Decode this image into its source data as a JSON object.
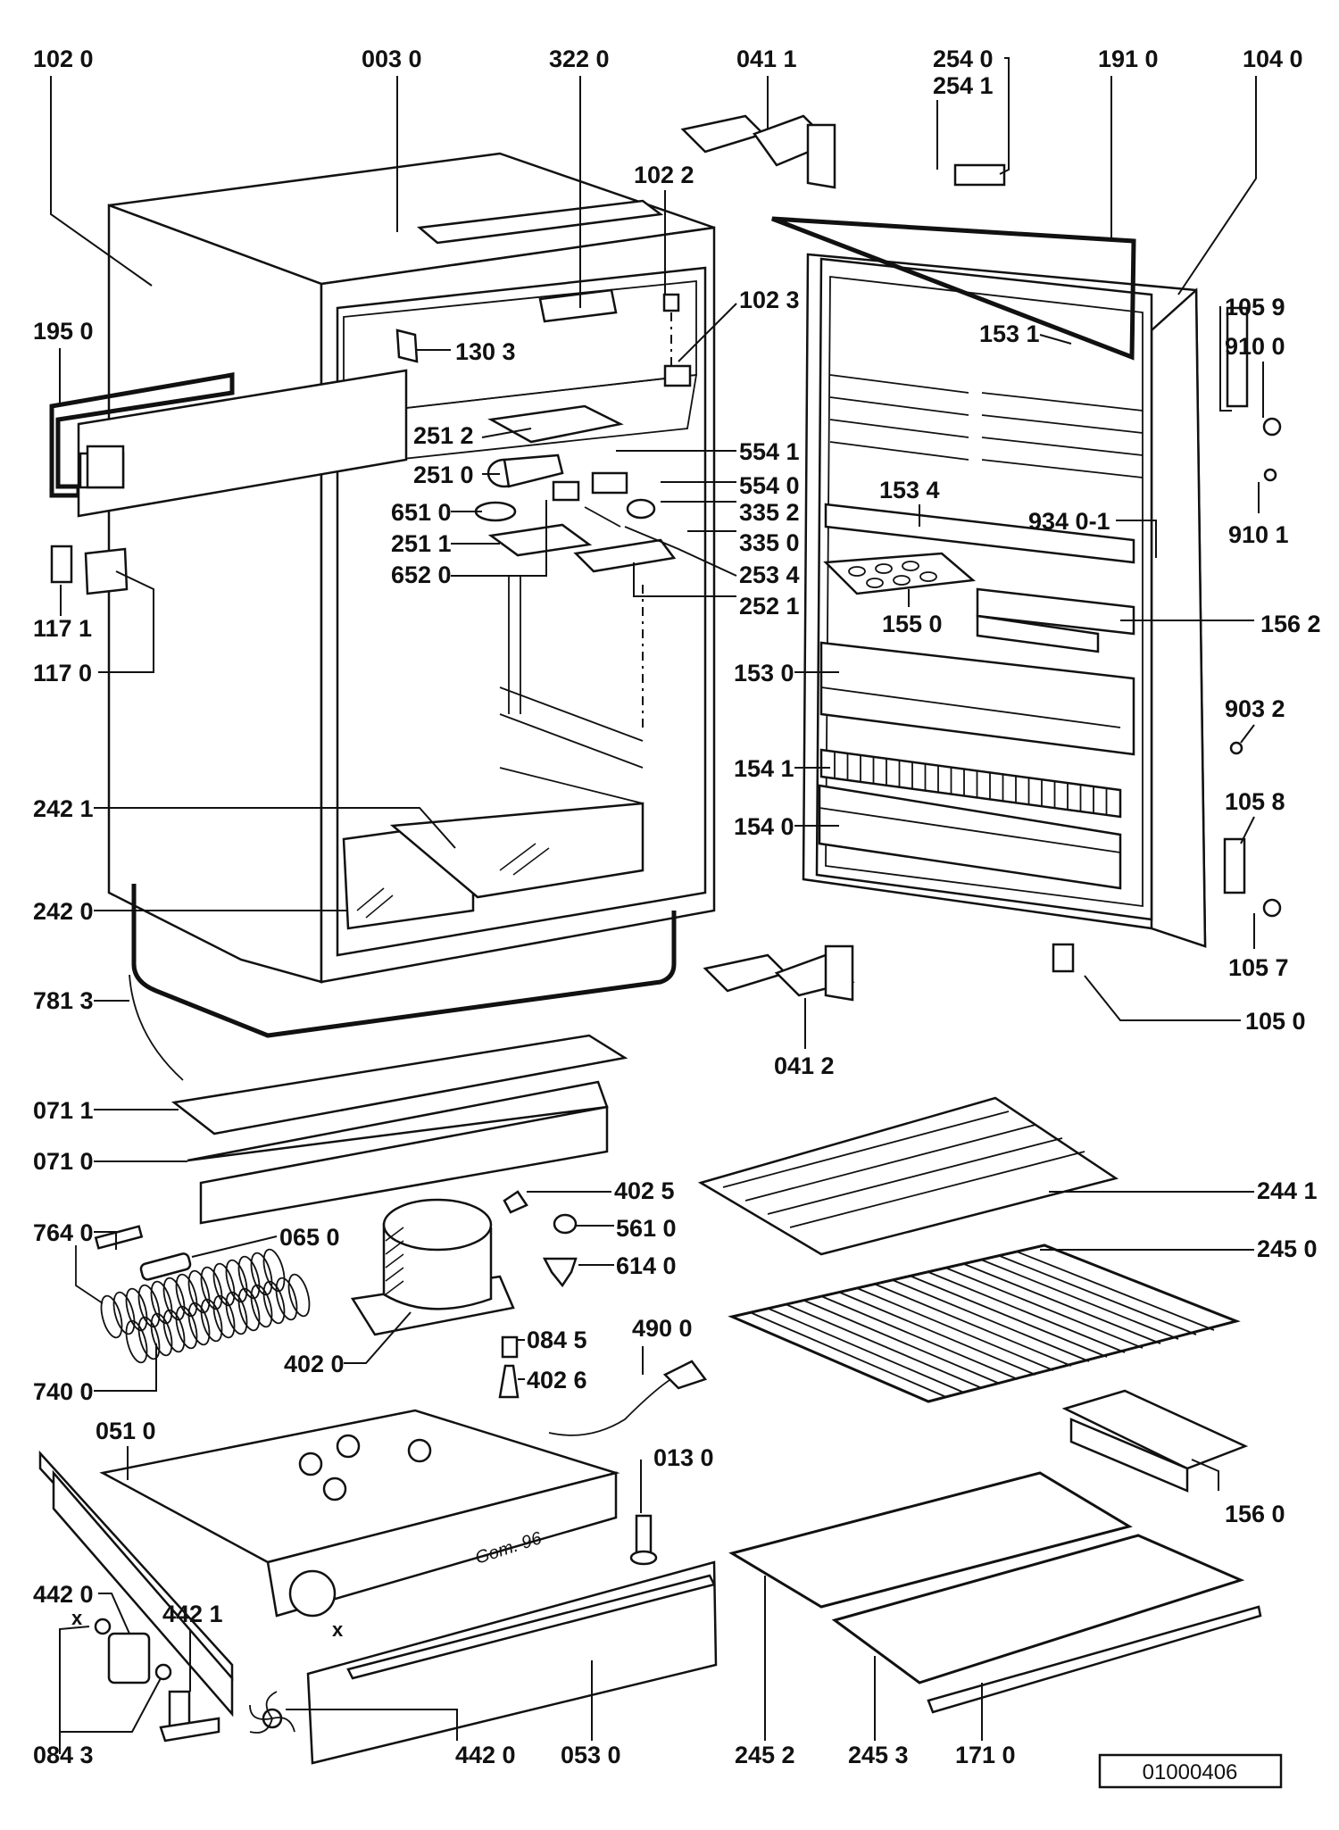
{
  "diagram": {
    "title": "Refrigerator exploded parts diagram",
    "reference_number": "01000406",
    "handwritten_note": "Gom. 96",
    "callouts": [
      {
        "id": "1020",
        "label": "102 0",
        "part": "cabinet"
      },
      {
        "id": "0030",
        "label": "003 0",
        "part": "top-strip"
      },
      {
        "id": "3220",
        "label": "322 0",
        "part": "top-bracket"
      },
      {
        "id": "0411",
        "label": "041 1",
        "part": "upper-hinge"
      },
      {
        "id": "2540",
        "label": "254 0",
        "part": "door-handle-cap"
      },
      {
        "id": "2541",
        "label": "254 1",
        "part": "door-handle-base"
      },
      {
        "id": "1910",
        "label": "191 0",
        "part": "door-gasket"
      },
      {
        "id": "1040",
        "label": "104 0",
        "part": "door"
      },
      {
        "id": "1022",
        "label": "102 2",
        "part": "stop-bolt"
      },
      {
        "id": "1023",
        "label": "102 3",
        "part": "door-stop"
      },
      {
        "id": "1950",
        "label": "195 0",
        "part": "control-panel-frame"
      },
      {
        "id": "1303",
        "label": "130 3",
        "part": "air-deflector"
      },
      {
        "id": "1531",
        "label": "153 1",
        "part": "door-clip"
      },
      {
        "id": "1059",
        "label": "105 9",
        "part": "door-hinge-plate"
      },
      {
        "id": "9100",
        "label": "910 0",
        "part": "hinge-pin"
      },
      {
        "id": "9101",
        "label": "910 1",
        "part": "hinge-screw"
      },
      {
        "id": "2512",
        "label": "251 2",
        "part": "lamp-housing"
      },
      {
        "id": "2510",
        "label": "251 0",
        "part": "thermostat-knob"
      },
      {
        "id": "5541",
        "label": "554 1",
        "part": "switch-clip"
      },
      {
        "id": "5540",
        "label": "554 0",
        "part": "door-switch"
      },
      {
        "id": "6510",
        "label": "651 0",
        "part": "lamp-bulb"
      },
      {
        "id": "3352",
        "label": "335 2",
        "part": "thermostat-sensor"
      },
      {
        "id": "3350",
        "label": "335 0",
        "part": "thermostat"
      },
      {
        "id": "1534",
        "label": "153 4",
        "part": "upper-door-shelf"
      },
      {
        "id": "9340",
        "label": "934 0-1",
        "part": "door-screw"
      },
      {
        "id": "2511",
        "label": "251 1",
        "part": "lamp-cover"
      },
      {
        "id": "2534",
        "label": "253 4",
        "part": "thermostat-rod"
      },
      {
        "id": "6520",
        "label": "652 0",
        "part": "lamp-socket"
      },
      {
        "id": "2521",
        "label": "252 1",
        "part": "light-diffuser"
      },
      {
        "id": "1171",
        "label": "117 1",
        "part": "hinge-cover-insert"
      },
      {
        "id": "1170",
        "label": "117 0",
        "part": "hinge-cover"
      },
      {
        "id": "1550",
        "label": "155 0",
        "part": "egg-tray"
      },
      {
        "id": "1562",
        "label": "156 2",
        "part": "butter-box"
      },
      {
        "id": "1530",
        "label": "153 0",
        "part": "door-shelf"
      },
      {
        "id": "9032",
        "label": "903 2",
        "part": "plug-cap"
      },
      {
        "id": "1541",
        "label": "154 1",
        "part": "bottle-retainer"
      },
      {
        "id": "1058",
        "label": "105 8",
        "part": "lower-hinge-plate"
      },
      {
        "id": "2421",
        "label": "242 1",
        "part": "crisper-right"
      },
      {
        "id": "1540",
        "label": "154 0",
        "part": "bottle-shelf"
      },
      {
        "id": "2420",
        "label": "242 0",
        "part": "crisper-left"
      },
      {
        "id": "1057",
        "label": "105 7",
        "part": "hinge-bushing"
      },
      {
        "id": "7813",
        "label": "781 3",
        "part": "drain-hose"
      },
      {
        "id": "1050",
        "label": "105 0",
        "part": "lower-hinge"
      },
      {
        "id": "0412",
        "label": "041 2",
        "part": "lower-hinge-bracket"
      },
      {
        "id": "0711",
        "label": "071 1",
        "part": "upper-rail"
      },
      {
        "id": "0710",
        "label": "071 0",
        "part": "lower-rail"
      },
      {
        "id": "4025",
        "label": "402 5",
        "part": "compressor-clip"
      },
      {
        "id": "2441",
        "label": "244 1",
        "part": "glass-shelf"
      },
      {
        "id": "7640",
        "label": "764 0",
        "part": "capillary-filter"
      },
      {
        "id": "0650",
        "label": "065 0",
        "part": "dryer"
      },
      {
        "id": "5610",
        "label": "561 0",
        "part": "relay"
      },
      {
        "id": "6140",
        "label": "614 0",
        "part": "overload-protector"
      },
      {
        "id": "2450",
        "label": "245 0",
        "part": "wire-shelf"
      },
      {
        "id": "0845",
        "label": "084 5",
        "part": "grommet"
      },
      {
        "id": "4900",
        "label": "490 0",
        "part": "power-cord"
      },
      {
        "id": "4020",
        "label": "402 0",
        "part": "compressor"
      },
      {
        "id": "4026",
        "label": "402 6",
        "part": "mounting-pin"
      },
      {
        "id": "7400",
        "label": "740 0",
        "part": "condenser-coil"
      },
      {
        "id": "0510",
        "label": "051 0",
        "part": "base-frame"
      },
      {
        "id": "0130",
        "label": "013 0",
        "part": "adjustable-foot"
      },
      {
        "id": "1560",
        "label": "156 0",
        "part": "ice-tray"
      },
      {
        "id": "4420",
        "label": "442 0",
        "part": "fan-motor"
      },
      {
        "id": "4421",
        "label": "442 1",
        "part": "fan-bracket"
      },
      {
        "id": "0843",
        "label": "084 3",
        "part": "motor-mounts"
      },
      {
        "id": "4420b",
        "label": "442 0",
        "part": "fan-blade"
      },
      {
        "id": "0530",
        "label": "053 0",
        "part": "kick-plate"
      },
      {
        "id": "2452",
        "label": "245 2",
        "part": "wire-shelf-2"
      },
      {
        "id": "2453",
        "label": "245 3",
        "part": "wire-shelf-3"
      },
      {
        "id": "1710",
        "label": "171 0",
        "part": "shelf-trim"
      }
    ],
    "markers": [
      {
        "label": "x"
      },
      {
        "label": "x"
      }
    ]
  }
}
